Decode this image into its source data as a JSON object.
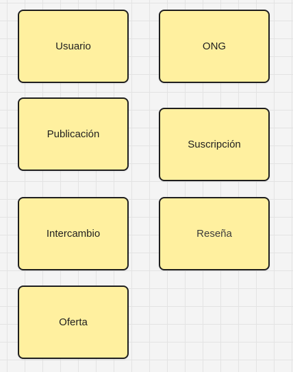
{
  "notes": {
    "usuario": "Usuario",
    "ong": "ONG",
    "publicacion": "Publicación",
    "suscripcion": "Suscripción",
    "intercambio": "Intercambio",
    "resena": "Reseña",
    "oferta": "Oferta"
  },
  "colors": {
    "note_fill": "#fff09f",
    "note_border": "#1e1e1e",
    "canvas_background": "#f4f4f4"
  }
}
